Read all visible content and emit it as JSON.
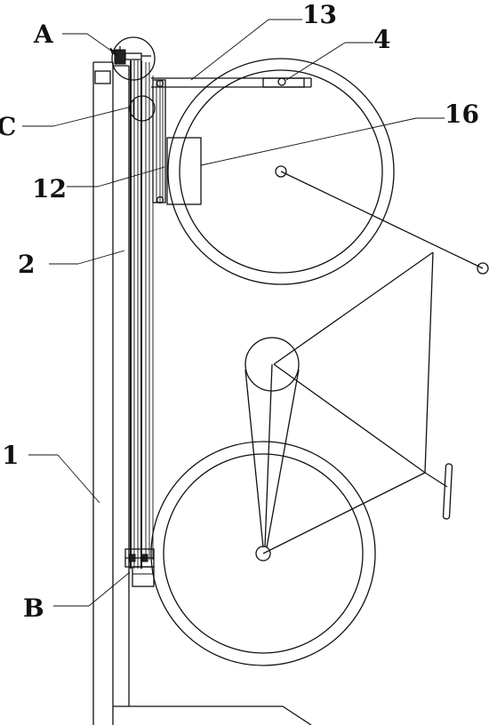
{
  "labels": {
    "A": "A",
    "B": "B",
    "C": "C",
    "n1": "1",
    "n2": "2",
    "n4": "4",
    "n12": "12",
    "n13": "13",
    "n16": "16"
  },
  "colors": {
    "ink": "#111111",
    "paper": "#ffffff"
  }
}
